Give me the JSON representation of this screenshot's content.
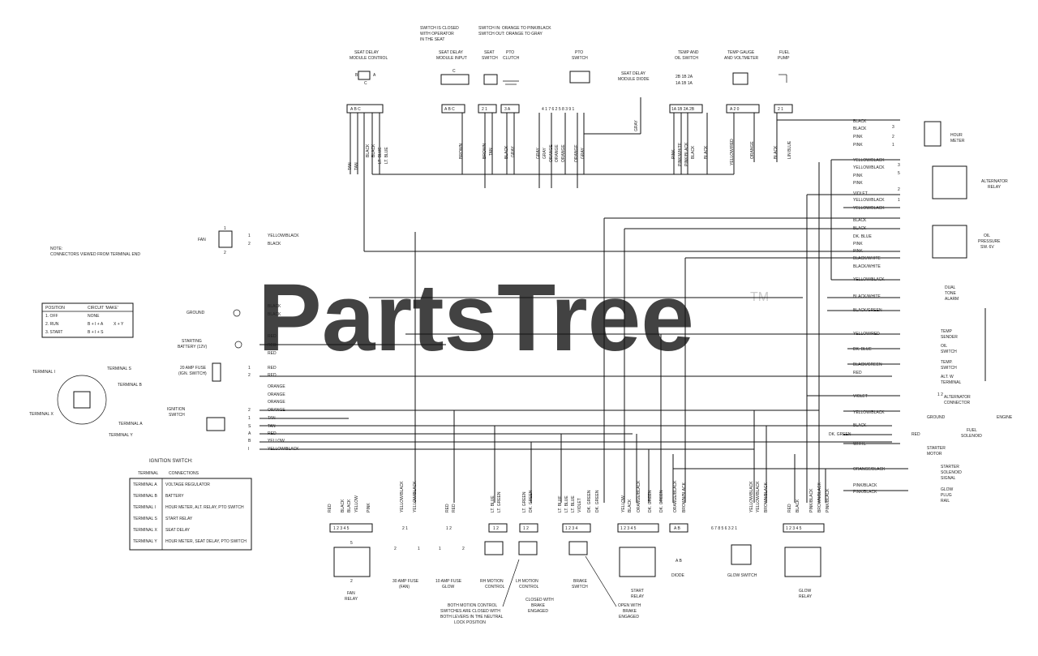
{
  "watermark": {
    "text": "PartsTree",
    "tm": "TM"
  },
  "header_notes": {
    "seat_switch_note": [
      "SWITCH IS CLOSED",
      "WITH OPERATOR",
      "IN THE SEAT"
    ],
    "pto_note": [
      "SWITCH IN: ORANGE TO PINK/BLACK",
      "SWITCH OUT: ORANGE TO GRAY"
    ]
  },
  "top_components": {
    "seat_delay_module_control": [
      "SEAT DELAY",
      "MODULE CONTROL"
    ],
    "seat_delay_module_input": [
      "SEAT DELAY",
      "MODULE INPUT"
    ],
    "seat_switch": [
      "SEAT",
      "SWITCH"
    ],
    "pto_clutch": [
      "PTO",
      "CLUTCH"
    ],
    "pto_switch": [
      "PTO",
      "SWITCH"
    ],
    "seat_delay_module_diode": [
      "SEAT DELAY",
      "MODULE DIODE"
    ],
    "temp_gauge": [
      "TEMP AND",
      "OIL SWITCH"
    ],
    "temp_gauge_volt": [
      "TEMP GAUGE",
      "AND VOLTMETER"
    ],
    "fuel_pump": [
      "FUEL",
      "PUMP"
    ]
  },
  "top_connectors": {
    "abc": "A  B  C",
    "abc2": "A  B  C",
    "c21": "2  1",
    "c3a": "3  A",
    "pto_pins": "4  1  7  6  2  5  8  3  9  1",
    "temp_pins": "1A 1B 2A 2B",
    "a20": "A  2  0",
    "c21b": "2  1"
  },
  "top_wires": {
    "abc_wires": [
      "TAN",
      "TAN",
      "BLACK",
      "BLACK",
      "LT. BLUE",
      "LT. BLUE"
    ],
    "input_wires": [
      "BROWN"
    ],
    "seat_wires": [
      "BROWN",
      "TAN"
    ],
    "clutch_wires": [
      "BLACK",
      "GRAY"
    ],
    "pto_wires": [
      "GRAY",
      "GRAY",
      "ORANGE",
      "ORANGE",
      "ORANGE",
      "ORANGE",
      "GRAY"
    ],
    "diode_wire": [
      "GRAY"
    ],
    "temp_wires": [
      "PINK",
      "PINK/WHITE",
      "PINK/BLACK",
      "BLACK",
      "BLACK"
    ],
    "volt_wires": [
      "YELLOW/RED",
      "ORANGE"
    ],
    "pump_wires": [
      "BLACK",
      "LIN BLUE"
    ]
  },
  "right_components": {
    "hour_meter": [
      "HOUR",
      "METER"
    ],
    "alternator_relay": [
      "ALTERNATOR",
      "RELAY"
    ],
    "oil_pressure": [
      "OIL",
      "PRESSURE",
      "SW. 6V"
    ],
    "dual_tone_alarm": [
      "DUAL",
      "TONE",
      "ALARM"
    ],
    "temp_sender": [
      "TEMP",
      "SENDER"
    ],
    "oil_switch": [
      "OIL",
      "SWITCH"
    ],
    "temp_switch": [
      "TEMP.",
      "SWITCH"
    ],
    "alt_terminal": [
      "ALT. W",
      "TERMINAL"
    ],
    "alternator_connector": [
      "ALTERNATOR",
      "CONNECTOR"
    ],
    "engine": "ENGINE",
    "ground": "GROUND",
    "fuel_solenoid": [
      "FUEL",
      "SOLENOID"
    ],
    "starter_motor": [
      "STARTER",
      "MOTOR"
    ],
    "starter_solenoid": [
      "STARTER",
      "SOLENOID",
      "SIGNAL"
    ],
    "glow_plug_rail": [
      "GLOW",
      "PLUG",
      "RAIL"
    ]
  },
  "right_wires": {
    "hour": [
      "BLACK",
      "BLACK",
      "PINK",
      "PINK"
    ],
    "alt_relay": [
      "YELLOW/BLACK",
      "YELLOW/BLACK",
      "PINK",
      "PINK",
      "VIOLET",
      "YELLOW/BLACK",
      "YELLOW/BLACK"
    ],
    "oil": [
      "BLACK",
      "BLACK",
      "DK. BLUE",
      "PINK",
      "PINK",
      "BLACK/WHITE",
      "BLACK/WHITE"
    ],
    "alarm": [
      "YELLOW/BLACK",
      "BLACK/WHITE",
      "BLACK/GREEN"
    ],
    "temp": [
      "YELLOW/RED",
      "DK. BLUE",
      "BLACK/GREEN",
      "RED"
    ],
    "altc": [
      "VIOLET",
      "YELLOW/BLACK"
    ],
    "engine": [
      "BLACK",
      "DK. GREEN",
      "WHITE",
      "RED"
    ],
    "bottom": [
      "ORANGE/BLACK",
      "PINK/BLACK",
      "PINK/BLACK"
    ]
  },
  "left_components": {
    "fan": "FAN",
    "note": [
      "NOTE:",
      "CONNECTORS VIEWED FROM TERMINAL END"
    ],
    "position_table": {
      "headers": [
        "POSITION",
        "CIRCUIT 'MAKE'"
      ],
      "rows": [
        [
          "1. OFF",
          "NONE"
        ],
        [
          "2. RUN",
          "B + I + A",
          "X + Y"
        ],
        [
          "3. START",
          "B + I + S"
        ]
      ]
    },
    "ground": "GROUND",
    "starting_battery": [
      "STARTING",
      "BATTERY (12V)"
    ],
    "fuse": [
      "20 AMP FUSE",
      "(IGN. SWITCH)"
    ],
    "ignition_switch": [
      "IGNITION",
      "SWITCH"
    ],
    "terminals": [
      "TERMINAL I",
      "TERMINAL S",
      "TERMINAL B",
      "TERMINAL X",
      "TERMINAL A",
      "TERMINAL Y"
    ],
    "ignition_table_title": "IGNITION SWITCH:",
    "ignition_table": {
      "headers": [
        "TERMINAL",
        "CONNECTIONS"
      ],
      "rows": [
        [
          "TERMINAL A",
          "VOLTAGE REGULATOR"
        ],
        [
          "TERMINAL B",
          "BATTERY"
        ],
        [
          "TERMINAL I",
          "HOUR METER, ALT. RELAY, PTO SWITCH"
        ],
        [
          "TERMINAL S",
          "START RELAY"
        ],
        [
          "TERMINAL X",
          "SEAT DELAY"
        ],
        [
          "TERMINAL Y",
          "HOUR METER, SEAT DELAY, PTO SWITCH"
        ]
      ]
    }
  },
  "left_wires": {
    "fan": [
      "YELLOW/BLACK",
      "BLACK"
    ],
    "ground": [
      "BLACK",
      "BLACK"
    ],
    "battery": [
      "RED",
      "RED",
      "RED"
    ],
    "fuse": [
      "RED",
      "RED"
    ],
    "ign": [
      "ORANGE",
      "ORANGE",
      "ORANGE",
      "ORANGE",
      "TAN",
      "TAN",
      "RED",
      "YELLOW",
      "YELLOW/BLACK",
      "YELLOW/BLACK"
    ],
    "ign_nums": [
      "2",
      "1",
      "S",
      "A",
      "B",
      "I",
      "X",
      "Y",
      "5"
    ]
  },
  "bottom_components": {
    "fan_relay": [
      "FAN",
      "RELAY"
    ],
    "fuse30": [
      "30 AMP FUSE",
      "(FAN)"
    ],
    "fuse10": [
      "10 AMP FUSE",
      "GLOW"
    ],
    "rh_motion": [
      "RH MOTION",
      "CONTROL"
    ],
    "lh_motion": [
      "LH MOTION",
      "CONTROL"
    ],
    "brake_switch": [
      "BRAKE",
      "SWITCH"
    ],
    "start_relay": [
      "START",
      "RELAY"
    ],
    "diode": "DIODE",
    "glow_switch": "GLOW SWITCH",
    "glow_relay": [
      "GLOW",
      "RELAY"
    ],
    "motion_note": [
      "BOTH MOTION CONTROL",
      "SWITCHES ARE CLOSED WITH",
      "BOTH LEVERS IN THE NEUTRAL",
      "LOCK POSITION"
    ],
    "brake_note_closed": [
      "CLOSED WITH",
      "BRAKE",
      "ENGAGED"
    ],
    "brake_note_open": [
      "OPEN WITH",
      "BRAKE",
      "ENGAGED"
    ]
  },
  "bottom_wires": {
    "fan": [
      "RED",
      "BLACK",
      "BLACK",
      "YELLOW",
      "PINK"
    ],
    "fuse30": [
      "YELLOW/BLACK",
      "YELLOW/BLACK"
    ],
    "fuse10": [
      "RED",
      "RED"
    ],
    "rh": [
      "LT. BLUE",
      "LT. GREEN"
    ],
    "lh": [
      "LT. GREEN",
      "DK. GREEN"
    ],
    "brake": [
      "LT. BLUE",
      "LT. BLUE",
      "LT. BLUE",
      "VIOLET",
      "DK. GREEN",
      "DK. GREEN"
    ],
    "start": [
      "YELLOW",
      "BLACK",
      "ORANGE/BLACK",
      "DK. GREEN",
      "DK. GREEN"
    ],
    "diode": [
      "ORANGE/BLACK",
      "BROWN/BLACK"
    ],
    "glowsw": [
      "YELLOW/BLACK",
      "YELLOW/BLACK",
      "BROWN/BLACK"
    ],
    "glowrelay": [
      "RED",
      "BLACK",
      "PINK/BLACK",
      "BROWN/BLACK",
      "PINK/BLACK"
    ]
  },
  "bottom_pins": {
    "fan": "1  2  3  4  5",
    "fuse30": "2  1",
    "fuse10": "1  2",
    "rh": "1  2",
    "lh": "1  2",
    "brake": "1  2  3  4",
    "start": "1  2  3  4  5",
    "diode": "A  B",
    "glowsw": "6  7  8  5  6  3  2  1",
    "glowrelay": "1  2  3  4  5"
  }
}
